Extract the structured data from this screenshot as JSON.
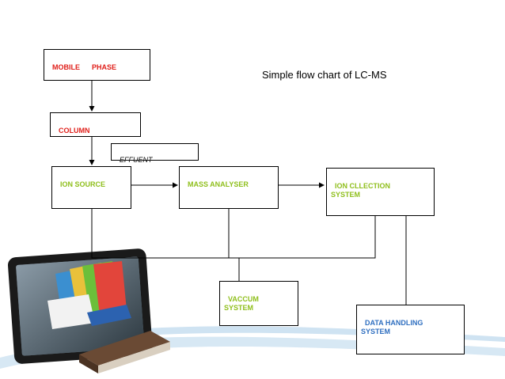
{
  "title": "Simple flow chart of LC-MS",
  "nodes": {
    "mobile_phase": "MOBILE      PHASE",
    "column": "COLUMN",
    "effuent": "EFFUENT",
    "ion_source": "ION SOURCE",
    "mass_analyser": "MASS ANALYSER",
    "ion_collection": "ION CLLECTION\nSYSTEM",
    "vaccum": "VACCUM\nSYSTEM",
    "data_handling": "DATA HANDLING\nSYSTEM"
  },
  "colors": {
    "red_label": "#e0201b",
    "green_label": "#8fbf1c",
    "blue_label": "#2f6fc0",
    "connector": "#000000"
  },
  "decoration": {
    "icon": "tablet-with-books-icon"
  }
}
